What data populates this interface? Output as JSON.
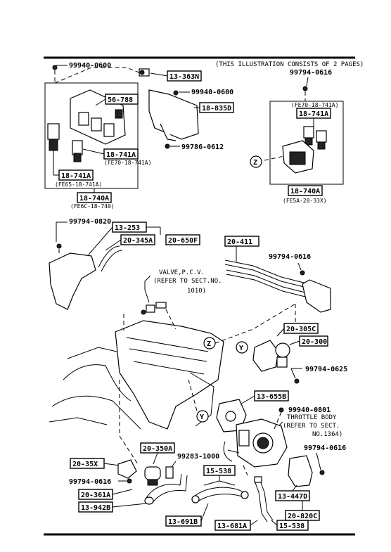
{
  "header": {
    "note": "(THIS ILLUSTRATION CONSISTS OF  2 PAGES)"
  },
  "part_codes": {
    "p1": "13-363N",
    "p2": "56-788",
    "p3": "18-835D",
    "p4": "18-741A",
    "p5": "18-741A",
    "p6": "18-740A",
    "p7": "18-741A",
    "p8": "18-740A",
    "p9": "13-253",
    "p10": "20-345A",
    "p11": "20-650F",
    "p12": "20-411",
    "p13": "20-305C",
    "p14": "20-300",
    "p15": "13-655B",
    "p16": "20-350A",
    "p17": "20-35X",
    "p18": "20-361A",
    "p19": "13-942B",
    "p20": "15-538",
    "p21": "13-447D",
    "p22": "20-820C",
    "p23": "13-691B",
    "p24": "13-681A",
    "p25": "15-538"
  },
  "bolt_codes": {
    "b1": "99940-0600",
    "b2": "99940-0600",
    "b3": "99786-0612",
    "b4": "99794-0616",
    "b5": "99794-0820",
    "b6": "99794-0616",
    "b7": "99794-0625",
    "b8": "99940-0801",
    "b9": "99794-0616",
    "b10": "99283-1000",
    "b11": "99794-0616"
  },
  "sub_notes": {
    "s1": "(FE70-18-741A)",
    "s2": "(FE65-18-741A)",
    "s3": "(FE6C-18-740)",
    "s4": "(FE70-18-741A)",
    "s5": "(FE5A-20-33X)"
  },
  "callouts": {
    "pcv_line1": "VALVE,P.C.V.",
    "pcv_line2": "(REFER TO SECT.NO.",
    "pcv_line3": "1010)",
    "tb_line1": "THROTTLE BODY",
    "tb_line2": "(REFER TO SECT.",
    "tb_line3": "NO.1364)"
  },
  "markers": {
    "z": "Z",
    "y": "Y"
  }
}
